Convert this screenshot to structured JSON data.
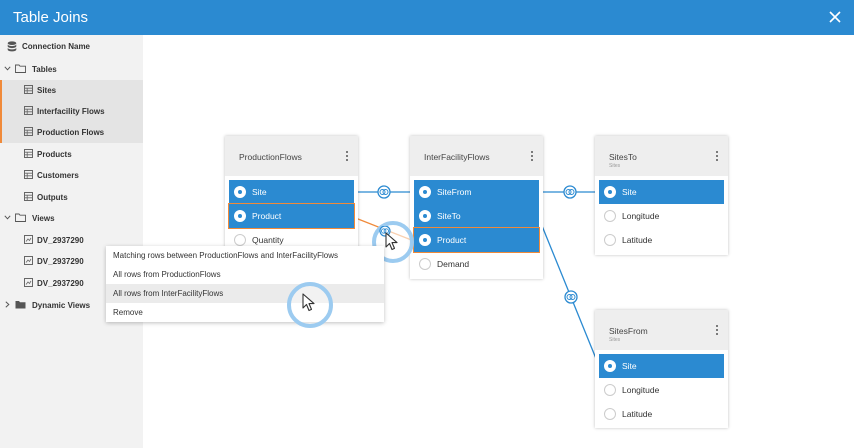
{
  "window": {
    "title": "Table Joins"
  },
  "sidebar": {
    "connection": "Connection Name",
    "tables_label": "Tables",
    "tables": [
      "Sites",
      "Interfacility Flows",
      "Production Flows",
      "Products",
      "Customers",
      "Outputs"
    ],
    "views_label": "Views",
    "views": [
      "DV_2937290",
      "DV_2937290",
      "DV_2937290"
    ],
    "dynamic_views_label": "Dynamic Views"
  },
  "tables": {
    "production_flows": {
      "name": "ProductionFlows",
      "fields": [
        "Site",
        "Product",
        "Quantity"
      ]
    },
    "interfacility_flows": {
      "name": "InterFacilityFlows",
      "fields": [
        "SiteFrom",
        "SiteTo",
        "Product",
        "Demand"
      ]
    },
    "sites_to": {
      "name": "SitesTo",
      "subtitle": "Sites",
      "fields": [
        "Site",
        "Longitude",
        "Latitude"
      ]
    },
    "sites_from": {
      "name": "SitesFrom",
      "subtitle": "Sites",
      "fields": [
        "Site",
        "Longitude",
        "Latitude"
      ]
    }
  },
  "context_menu": {
    "items": [
      "Matching rows between ProductionFlows and InterFacilityFlows",
      "All rows from ProductionFlows",
      "All rows from InterFacilityFlows",
      "Remove"
    ],
    "hovered_index": 2
  },
  "colors": {
    "accent": "#2b8ad1",
    "highlight": "#f08a3a",
    "halo": "#9ccbf0"
  }
}
